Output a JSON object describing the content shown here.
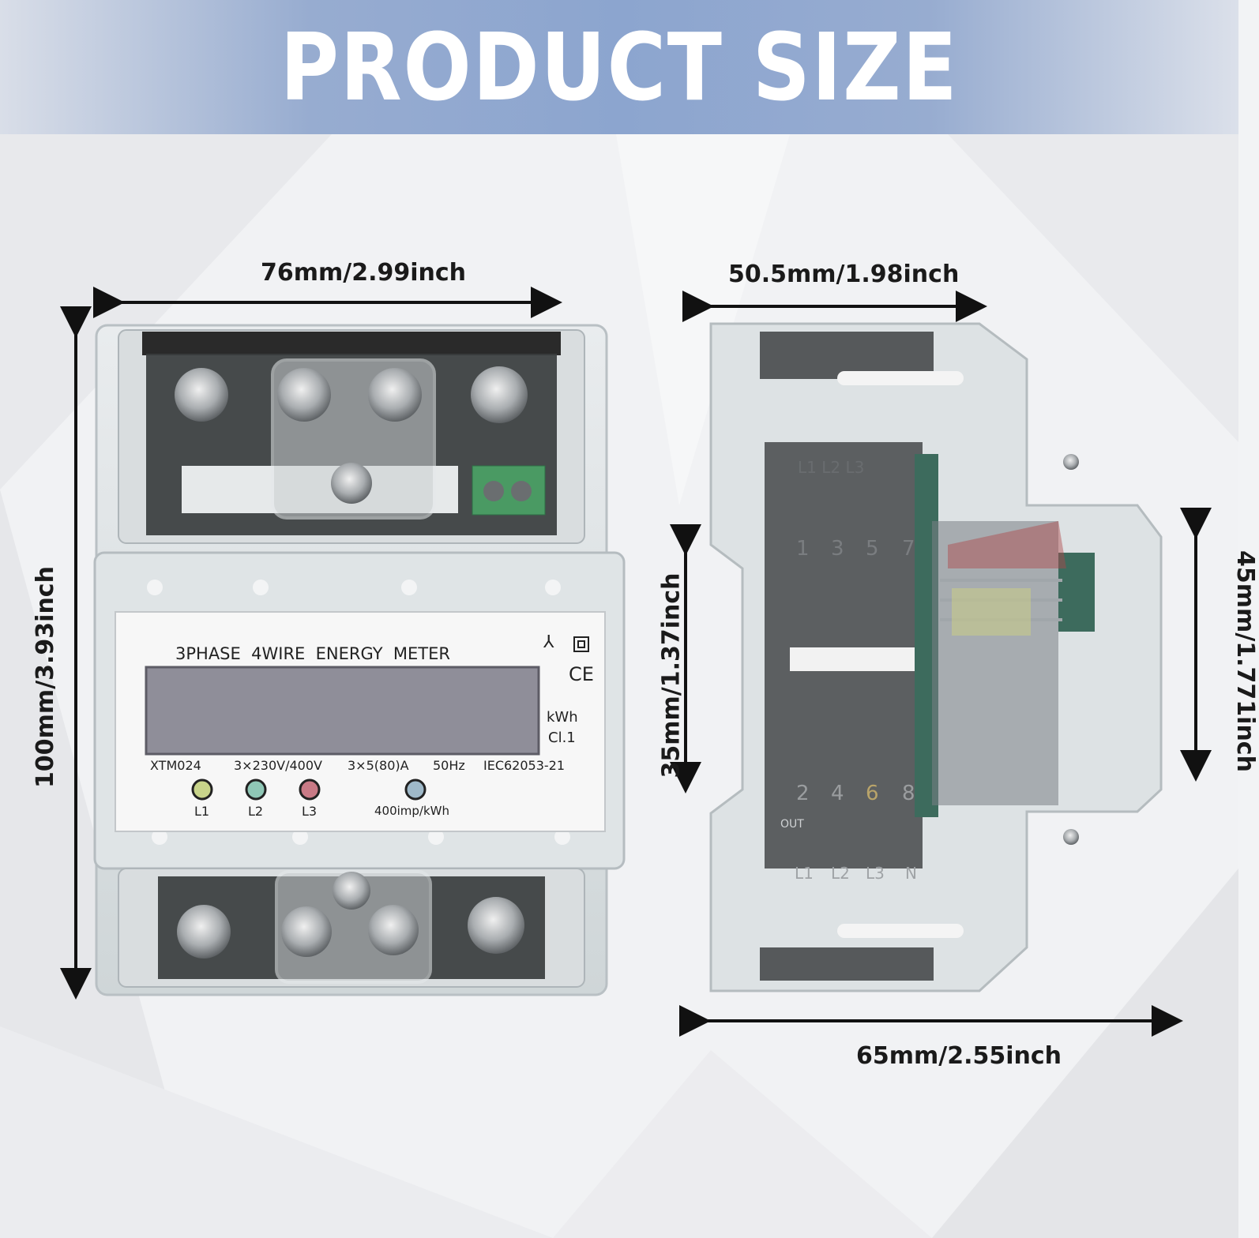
{
  "banner": {
    "title": "PRODUCT SIZE"
  },
  "dimensions": {
    "front_width": "76mm/2.99inch",
    "front_height": "100mm/3.93inch",
    "side_depth_top": "50.5mm/1.98inch",
    "side_depth_bottom": "65mm/2.55inch",
    "side_height_left": "35mm/1.37inch",
    "side_height_right": "45mm/1.771inch"
  },
  "meter": {
    "title": "3PHASE  4WIRE  ENERGY  METER",
    "model": "XTM024",
    "voltage": "3×230V/400V",
    "current": "3×5(80)A",
    "frequency": "50Hz",
    "standard": "IEC62053-21",
    "unit": "kWh",
    "class": "Cl.1",
    "ce_mark": "CE",
    "leds": [
      {
        "label": "L1",
        "color": "#c8d48a"
      },
      {
        "label": "L2",
        "color": "#8fc7b6"
      },
      {
        "label": "L3",
        "color": "#c97a86"
      },
      {
        "label": "",
        "color": "#9fb9c9"
      }
    ],
    "pulse_label": "400imp/kWh",
    "side_top_terminals": "L1 L2 L3",
    "side_bottom_numbers": [
      "2",
      "4",
      "6",
      "8"
    ],
    "side_top_numbers": [
      "1",
      "3",
      "5",
      "7"
    ],
    "side_out_label": "OUT",
    "side_bottom_terminals": [
      "L1",
      "L2",
      "L3",
      "N"
    ]
  },
  "colors": {
    "banner_mid": "#8ca5cf",
    "arrow": "#111111",
    "lcd": "#8f8e99"
  }
}
